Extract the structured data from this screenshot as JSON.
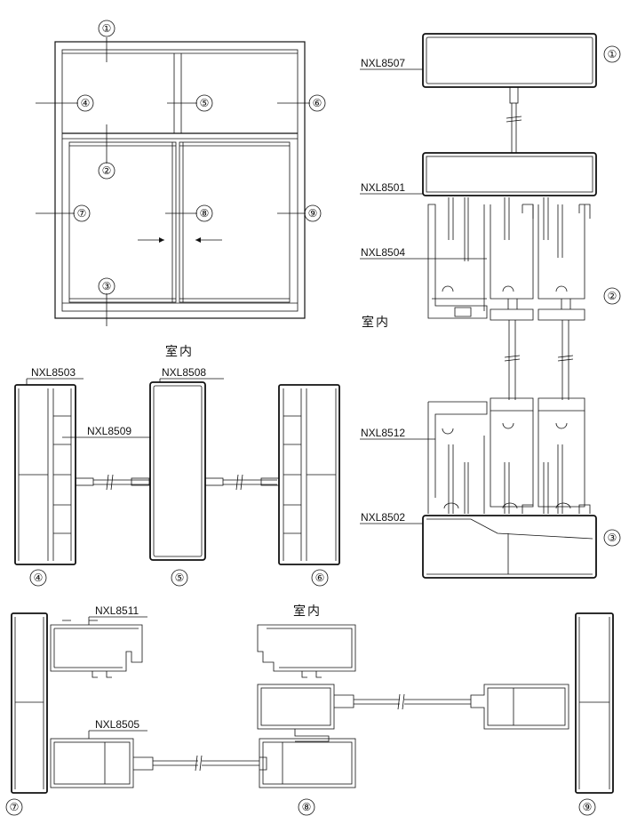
{
  "window_elevation": {
    "callouts": [
      "①",
      "②",
      "③",
      "④",
      "⑤",
      "⑥",
      "⑦",
      "⑧",
      "⑨"
    ]
  },
  "profile_labels": {
    "p8507": "NXL8507",
    "p8501": "NXL8501",
    "p8504": "NXL8504",
    "p8512": "NXL8512",
    "p8502": "NXL8502",
    "p8503": "NXL8503",
    "p8509": "NXL8509",
    "p8508": "NXL8508",
    "p8511": "NXL8511",
    "p8505": "NXL8505"
  },
  "interior_label": "室内",
  "section_numbers": {
    "s1": "①",
    "s2": "②",
    "s3": "③",
    "s4": "④",
    "s5": "⑤",
    "s6": "⑥",
    "s7": "⑦",
    "s8": "⑧",
    "s9": "⑨"
  }
}
